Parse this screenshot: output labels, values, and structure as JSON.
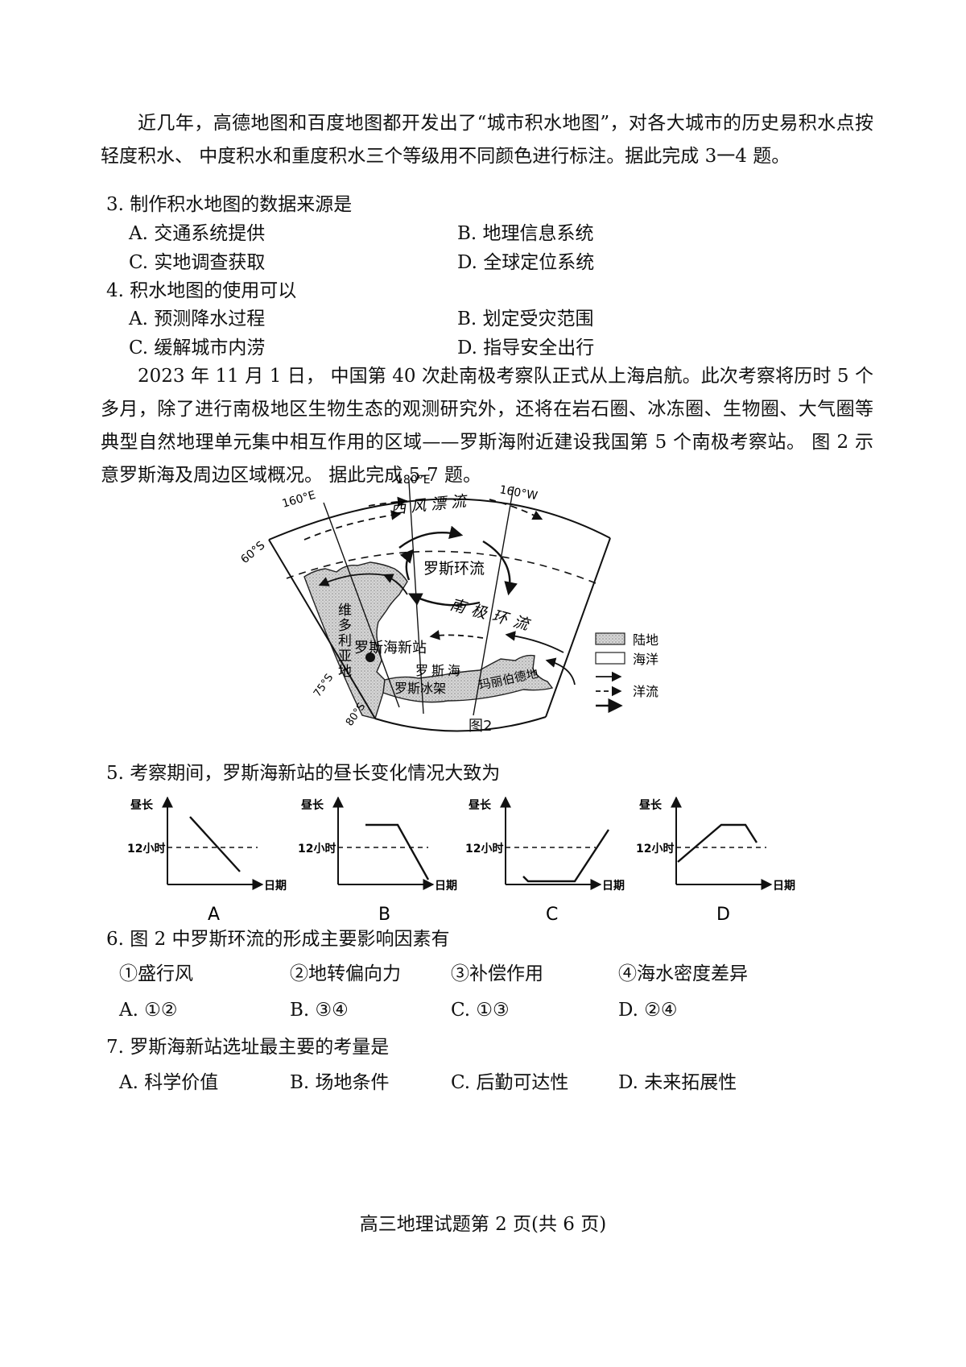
{
  "intro1": "近几年，高德地图和百度地图都开发出了“城市积水地图”，对各大城市的历史易积水点按轻度积水、 中度积水和重度积水三个等级用不同颜色进行标注。据此完成 3一4 题。",
  "q3": {
    "stem": "3. 制作积水地图的数据来源是",
    "A": "A. 交通系统提供",
    "B": "B. 地理信息系统",
    "C": "C. 实地调查获取",
    "D": "D. 全球定位系统"
  },
  "q4": {
    "stem": "4. 积水地图的使用可以",
    "A": "A. 预测降水过程",
    "B": "B. 划定受灾范围",
    "C": "C. 缓解城市内涝",
    "D": "D. 指导安全出行"
  },
  "intro2": "2023 年 11 月 1 日， 中国第 40 次赴南极考察队正式从上海启航。此次考察将历时 5 个多月，除了进行南极地区生物生态的观测研究外，还将在岩石圈、冰冻圈、生物圈、大气圈等典型自然地理单元集中相互作用的区域——罗斯海附近建设我国第 5 个南极考察站。 图 2 示意罗斯海及周边区域概况。 据此完成 5-7 题。",
  "map": {
    "lon_160e": "160°E",
    "lon_180e": "180°E",
    "lon_160w": "160°W",
    "lat_60s": "60°S",
    "lat_75s": "75°S",
    "lat_80s": "80°S",
    "west_wind_drift": "西风漂流",
    "ross_gyre": "罗斯环流",
    "antarctic_current": "南极环流",
    "station": "罗斯海新站",
    "ross_sea": "罗斯海",
    "victoria_land": "维多利亚地",
    "ross_ice_shelf": "罗斯冰架",
    "marie_byrd_land": "玛丽伯德地",
    "legend_land": "陆地",
    "legend_ocean": "海洋",
    "legend_current": "洋流",
    "caption": "图2"
  },
  "q5": {
    "stem": "5. 考察期间，罗斯海新站的昼长变化情况大致为",
    "y_label": "昼长",
    "x_label": "日期",
    "ref_label": "12小时",
    "labels": [
      "A",
      "B",
      "C",
      "D"
    ]
  },
  "q6": {
    "stem": "6. 图 2 中罗斯环流的形成主要影响因素有",
    "f1": "①盛行风",
    "f2": "②地转偏向力",
    "f3": "③补偿作用",
    "f4": "④海水密度差异",
    "A": "A. ①②",
    "B": "B. ③④",
    "C": "C. ①③",
    "D": "D. ②④"
  },
  "q7": {
    "stem": "7. 罗斯海新站选址最主要的考量是",
    "A": "A. 科学价值",
    "B": "B. 场地条件",
    "C": "C. 后勤可达性",
    "D": "D. 未来拓展性"
  },
  "footer": "高三地理试题第 2 页(共 6 页)"
}
